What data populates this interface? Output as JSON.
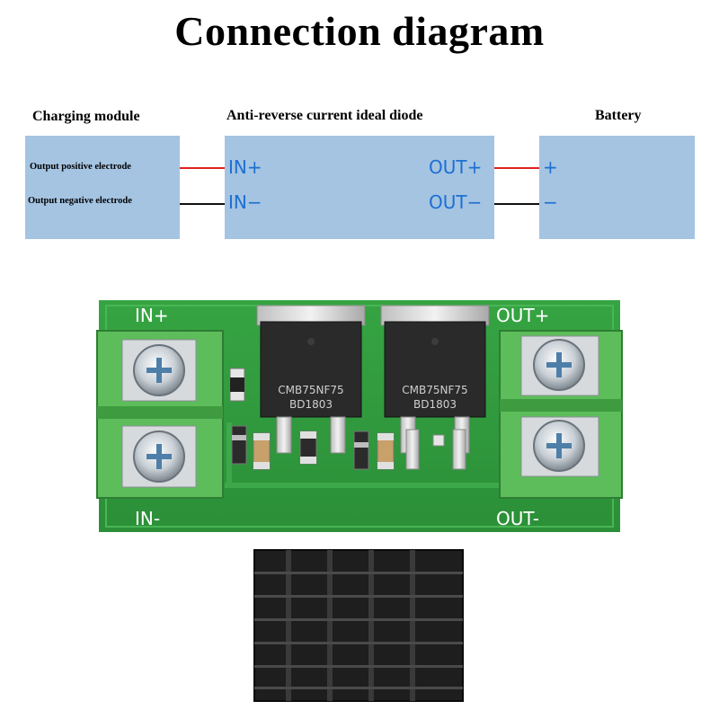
{
  "title": "Connection diagram",
  "colors": {
    "box": "#a4c4e2",
    "pin_text": "#1d6fd1",
    "wire_positive": "#e02020",
    "wire_negative": "#111111",
    "pcb": "#2f9a3c",
    "terminal": "#5fbf5c",
    "heatsink": "#1a1a1a"
  },
  "diagram": {
    "charging_module": {
      "label": "Charging module",
      "positive": "Output positive electrode",
      "negative": "Output negative electrode"
    },
    "ideal_diode": {
      "label": "Anti-reverse current ideal diode",
      "in_pos": "IN+",
      "in_neg": "IN−",
      "out_pos": "OUT+",
      "out_neg": "OUT−"
    },
    "battery": {
      "label": "Battery",
      "pos": "+",
      "neg": "−"
    }
  },
  "board": {
    "in_pos": "IN+",
    "in_neg": "IN-",
    "out_pos": "OUT+",
    "out_neg": "OUT-",
    "mosfet_left_line1": "CMB75NF75",
    "mosfet_left_line2": "BD1803",
    "mosfet_right_line1": "CMB75NF75",
    "mosfet_right_line2": "BD1803"
  }
}
